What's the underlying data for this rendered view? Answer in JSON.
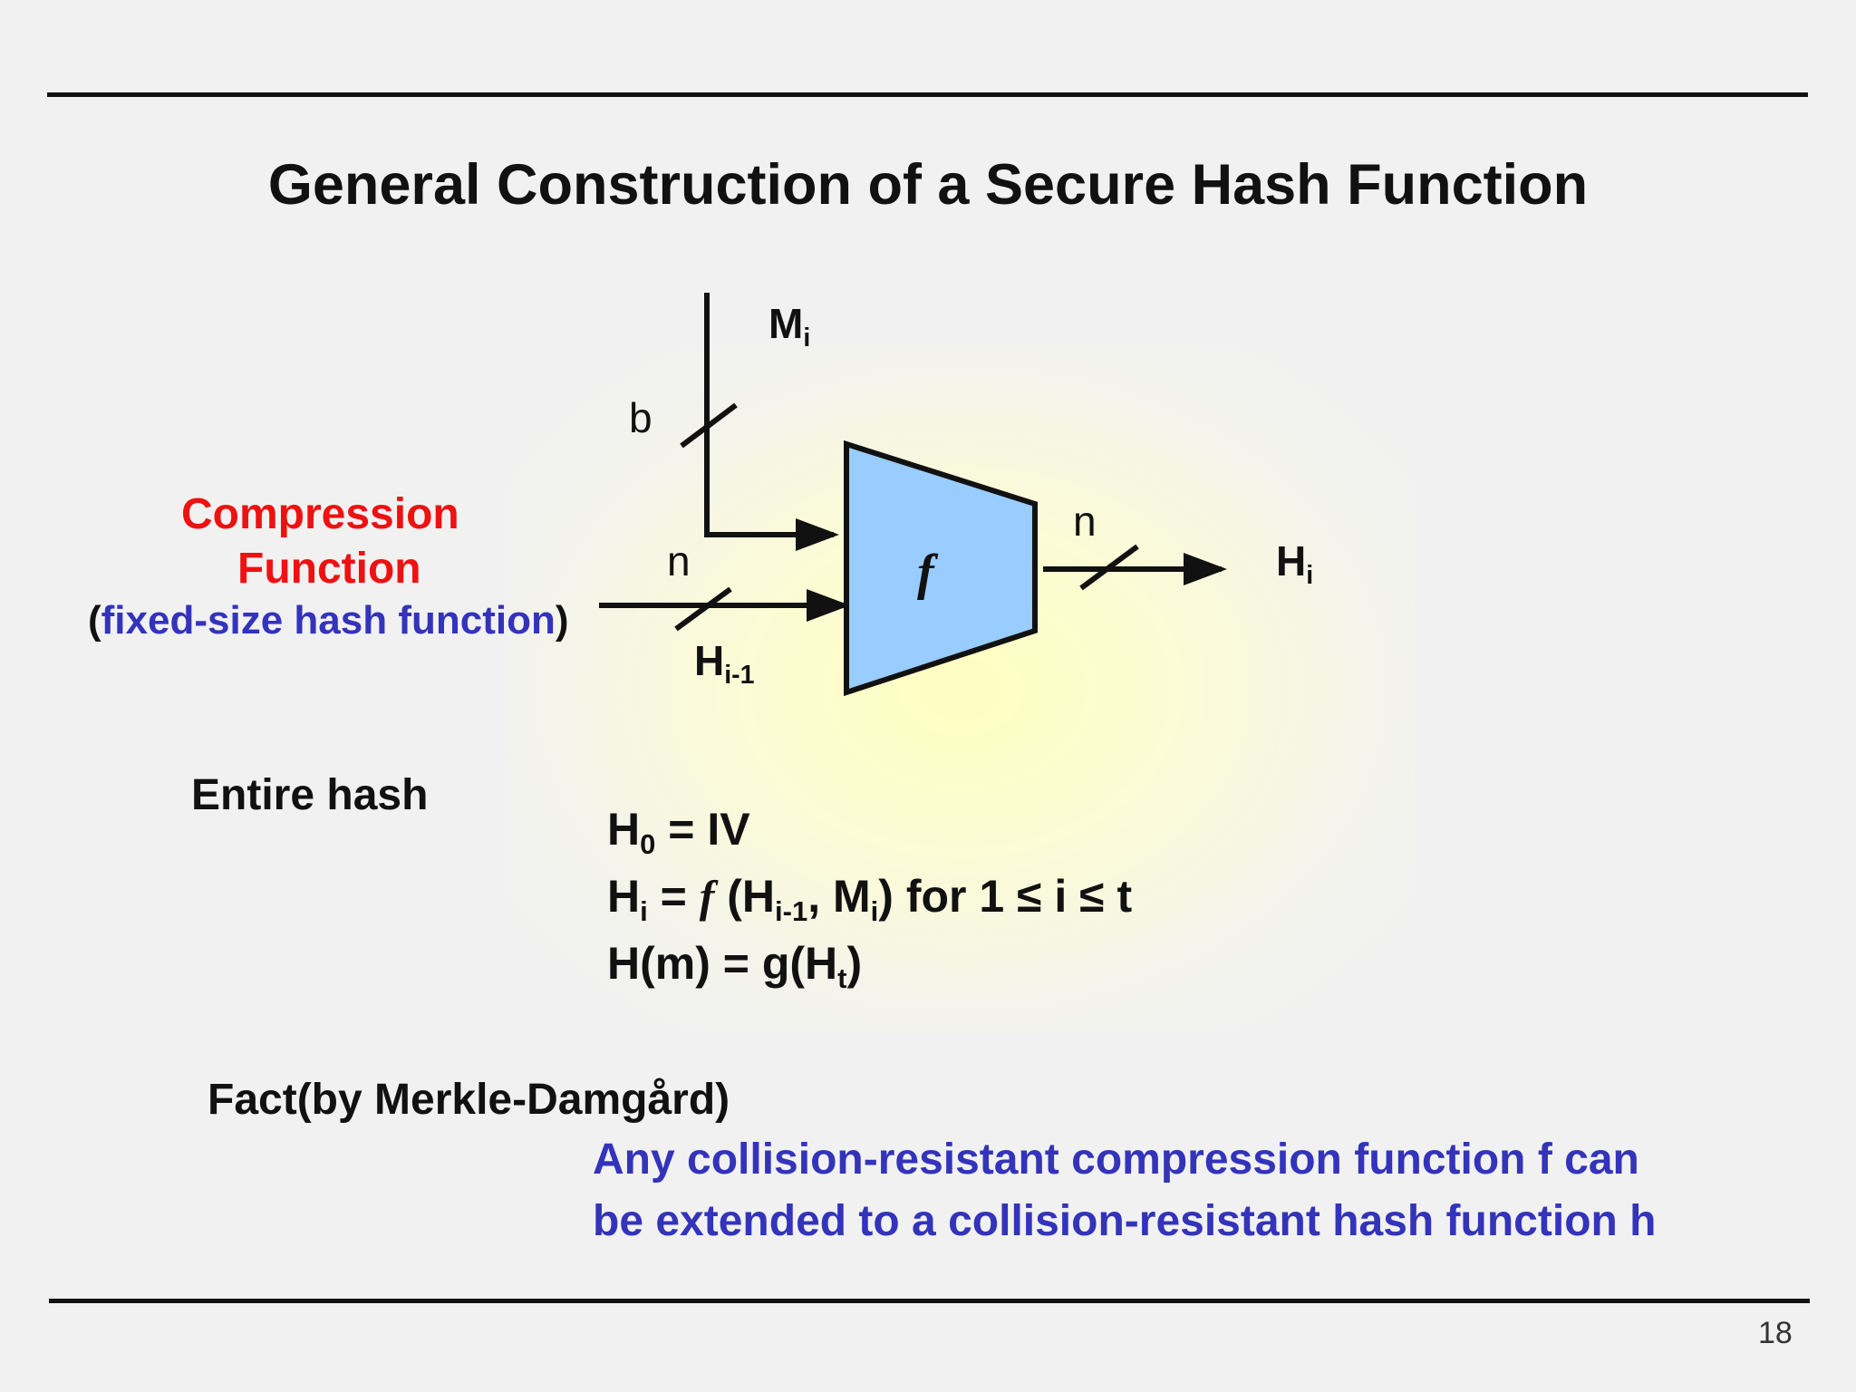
{
  "slide": {
    "title": "General Construction of a Secure Hash Function",
    "page_number": "18"
  },
  "diagram": {
    "input_message_main": "M",
    "input_message_sub": "i",
    "message_width_label": "b",
    "chain_width_label": "n",
    "chain_input_main": "H",
    "chain_input_sub": "i-1",
    "function_symbol": "f",
    "output_width_label": "n",
    "output_main": "H",
    "output_sub": "i",
    "block_color": "#99ccff"
  },
  "compression": {
    "line1": "Compression",
    "line2": "Function",
    "paren_open": "(",
    "description": "fixed-size hash function",
    "paren_close": ")"
  },
  "entire_hash": {
    "label": "Entire hash",
    "eq1": {
      "lhs_main": "H",
      "lhs_sub": "0",
      "rest": " = IV"
    },
    "eq2": {
      "lhs_main": "H",
      "lhs_sub": "i",
      "equals": " = ",
      "fn": "f",
      "open": " (H",
      "arg1_sub": "i-1",
      "comma": ", M",
      "arg2_sub": "i",
      "tail": ") for 1 ≤ i ≤ t"
    },
    "eq3": {
      "head": "H(m) = g(H",
      "sub": "t",
      "tail": ")"
    }
  },
  "fact": {
    "heading": "Fact(by Merkle-Damgård)",
    "line1": "Any collision-resistant compression function f can",
    "line2": "be extended to a collision-resistant hash function h"
  }
}
